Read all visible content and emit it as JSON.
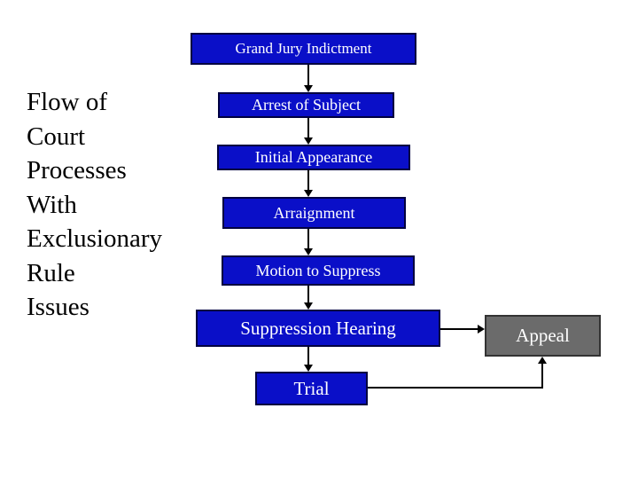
{
  "slide": {
    "title": "Flow of\nCourt\nProcesses\nWith\nExclusionary\nRule\nIssues",
    "nodes": {
      "grand_jury": "Grand Jury Indictment",
      "arrest": "Arrest of Subject",
      "initial_appearance": "Initial Appearance",
      "arraignment": "Arraignment",
      "motion_to_suppress": "Motion to Suppress",
      "suppression_hearing": "Suppression Hearing",
      "appeal": "Appeal",
      "trial": "Trial"
    },
    "edges": [
      {
        "from": "Grand Jury Indictment",
        "to": "Arrest of Subject"
      },
      {
        "from": "Arrest of Subject",
        "to": "Initial Appearance"
      },
      {
        "from": "Initial Appearance",
        "to": "Arraignment"
      },
      {
        "from": "Arraignment",
        "to": "Motion to Suppress"
      },
      {
        "from": "Motion to Suppress",
        "to": "Suppression Hearing"
      },
      {
        "from": "Suppression Hearing",
        "to": "Trial"
      },
      {
        "from": "Suppression Hearing",
        "to": "Appeal"
      },
      {
        "from": "Trial",
        "to": "Appeal"
      }
    ],
    "colors": {
      "node_fill": "#0a0fc8",
      "node_border": "#000040",
      "appeal_fill": "#6b6b6b",
      "appeal_border": "#333333",
      "arrow": "#000000",
      "node_text": "#ffffff",
      "title_text": "#000000",
      "background": "#ffffff"
    }
  }
}
